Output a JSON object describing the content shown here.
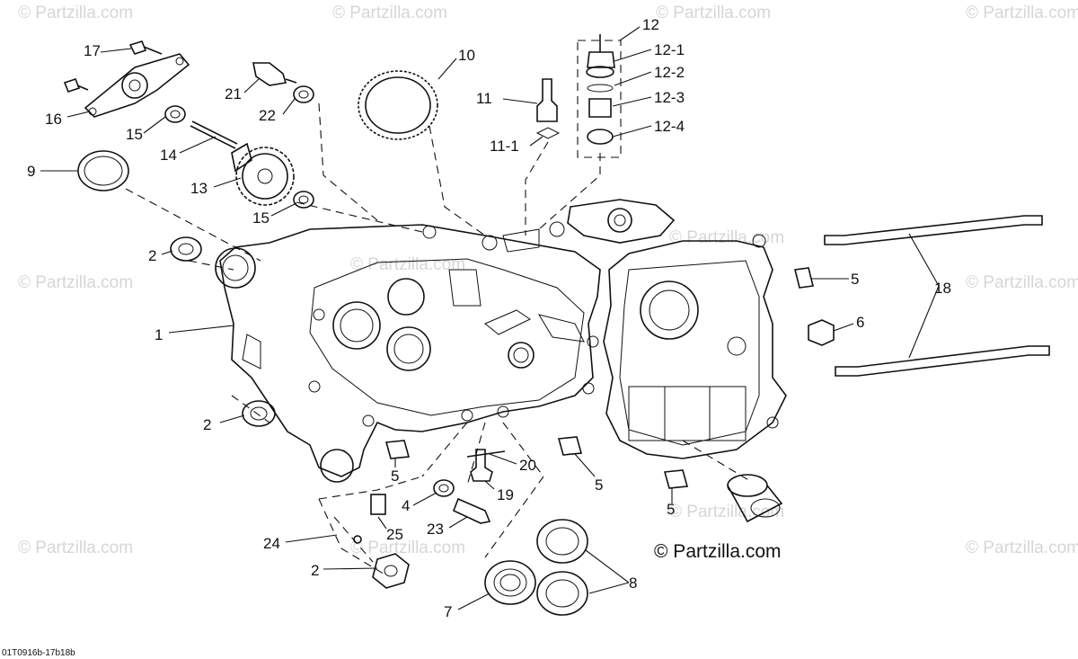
{
  "watermarks": [
    "© Partzilla.com",
    "© Partzilla.com",
    "© Partzilla.com",
    "© Partzilla.com",
    "© Partzilla.com",
    "© Partzilla.com",
    "© Partzilla.com",
    "© Partzilla.com",
    "© Partzilla.com",
    "© Partzilla.com",
    "© Partzilla.com",
    "© Partzilla.com"
  ],
  "copyright": "© Partzilla.com",
  "diagram_code": "01T0916b-17b18b",
  "callouts": {
    "c1": "1",
    "c2a": "2",
    "c2b": "2",
    "c2c": "2",
    "c4": "4",
    "c5a": "5",
    "c5b": "5",
    "c5c": "5",
    "c5d": "5",
    "c6": "6",
    "c7": "7",
    "c8": "8",
    "c9": "9",
    "c10": "10",
    "c11": "11",
    "c11_1": "11-1",
    "c12": "12",
    "c12_1": "12-1",
    "c12_2": "12-2",
    "c12_3": "12-3",
    "c12_4": "12-4",
    "c13": "13",
    "c14": "14",
    "c15a": "15",
    "c15b": "15",
    "c16": "16",
    "c17": "17",
    "c18": "18",
    "c19": "19",
    "c20": "20",
    "c21": "21",
    "c22": "22",
    "c23": "23",
    "c24": "24",
    "c25": "25"
  }
}
